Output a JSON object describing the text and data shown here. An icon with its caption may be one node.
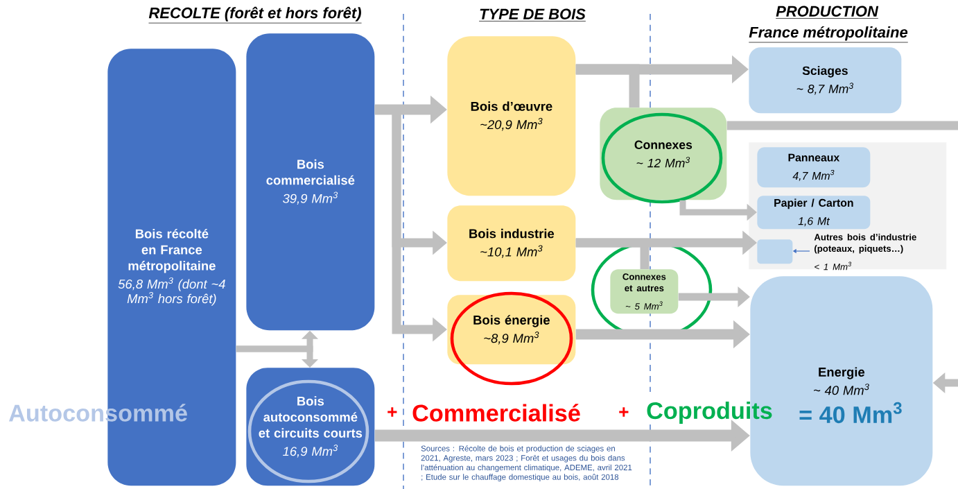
{
  "diagram": {
    "nodes": [
      {
        "text": [
          "Bois récolté en France métropolitaine",
          "56,8 Mm$^{3}$ (dont ~4 Mm$^{3}$ hors forêt)"
        ]
      },
      {
        "text": [
          "Bois commercialisé",
          "39,9 Mm$^{3}$"
        ]
      },
      {
        "text": [
          "Bois autoconsommé et circuits courts",
          "16,9 Mm$^{3}$"
        ]
      },
      {
        "text": [
          "Bois d’œuvre",
          "~20,9 Mm$^{3}$"
        ]
      },
      {
        "text": [
          "Bois industrie",
          "~10,1 Mm$^{3}$"
        ]
      },
      {
        "text": [
          "Bois énergie",
          "~8,9 Mm$^{3}$"
        ]
      },
      {
        "text": [
          "Connexes",
          "~ 12 Mm$^{3}$"
        ]
      },
      {
        "text": [
          "Connexes et autres",
          "~ 5 Mm$^{3}$"
        ]
      },
      {
        "text": [
          "Sciages",
          "~ 8,7 Mm$^{3}$"
        ]
      },
      {
        "text": [],
        "shape": "box"
      },
      {
        "text": [
          "Panneaux",
          "4,7 Mm$^{3}$"
        ],
        "in": 9
      },
      {
        "text": [
          "Papier / Carton",
          "1,6 Mt"
        ],
        "in": 9
      },
      {
        "text": [],
        "shape": "box",
        "in": 9
      },
      {
        "text": [
          "Autres bois d’industrie (poteaux, piquets…)",
          "< 1 Mm$^{3}$"
        ],
        "in": 9
      },
      {
        "text": [
          "Energie",
          "~ 40 Mm$^{3}$"
        ]
      }
    ],
    "edges": [
      {
        "from": 0,
        "to": 1,
        "arrow": "to"
      },
      {
        "from": 0,
        "to": 2,
        "arrow": "to"
      },
      {
        "from": 1,
        "to": 3,
        "arrow": "to"
      },
      {
        "from": 1,
        "to": 4,
        "arrow": "to"
      },
      {
        "from": 1,
        "to": 5,
        "arrow": "to"
      },
      {
        "from": 3,
        "to": 8,
        "arrow": "to"
      },
      {
        "from": 3,
        "to": 6,
        "arrow": "none"
      },
      {
        "from": 6,
        "to": null,
        "arrow": "none"
      },
      {
        "from": 6,
        "to": 11,
        "arrow": "to"
      },
      {
        "from": 4,
        "to": 12,
        "arrow": "to"
      },
      {
        "from": 4,
        "to": 7,
        "arrow": "none"
      },
      {
        "from": 7,
        "to": 14,
        "arrow": "to"
      },
      {
        "from": 5,
        "to": 14,
        "arrow": "to"
      },
      {
        "from": 2,
        "to": 14,
        "arrow": "to"
      },
      {
        "from": null,
        "to": 14,
        "arrow": "to"
      },
      {
        "from": 13,
        "to": 12,
        "arrow": "to",
        "color": "#4472c4"
      }
    ],
    "labels": [
      "RECOLTE (forêt et hors forêt)",
      "TYPE DE BOIS",
      "PRODUCTION",
      "France métropolitaine",
      "Autoconsommé",
      "+",
      "Commercialisé",
      "+",
      "Coproduits",
      "= 40 Mm$^{3}$",
      "Sources : Récolte de bois et production de sciages en 2021, Agreste, mars 2023 ; Forêt et usages du bois dans l’atténuation au changement climatique, ADEME, avril 2021 ; Etude sur le chauffage domestique au bois, août 2018"
    ]
  }
}
